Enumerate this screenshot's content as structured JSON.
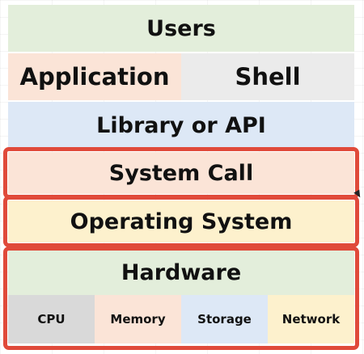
{
  "diagram": {
    "users": "Users",
    "application": "Application",
    "shell": "Shell",
    "library": "Library or API",
    "system_call": "System Call",
    "operating_system": "Operating System",
    "hardware": "Hardware",
    "hardware_parts": [
      "CPU",
      "Memory",
      "Storage",
      "Network"
    ]
  },
  "colors": {
    "users_bg": "#e3eedb",
    "application_bg": "#fbe4d7",
    "shell_bg": "#ebebeb",
    "library_bg": "#dde8f6",
    "system_call_bg": "#fbe4d7",
    "operating_system_bg": "#fdf1cd",
    "hardware_bg": "#e3eedb",
    "cpu_bg": "#d9d9d9",
    "memory_bg": "#fbe4d7",
    "storage_bg": "#dde8f6",
    "network_bg": "#fdf1cd",
    "highlight_border": "#e04a3a"
  }
}
